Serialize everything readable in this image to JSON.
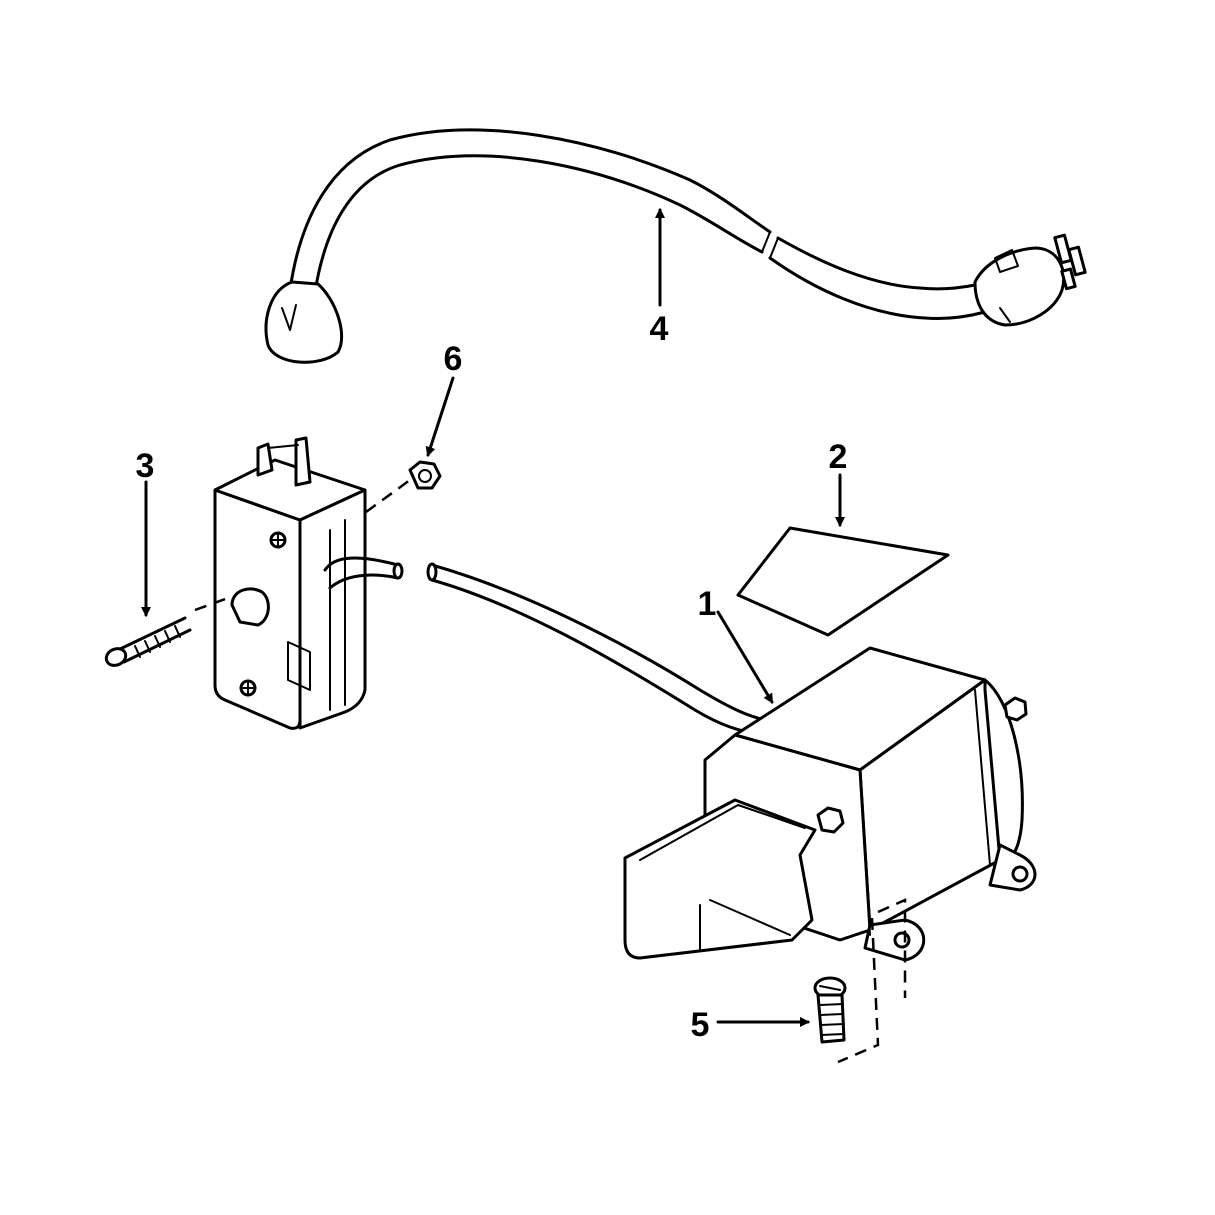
{
  "callouts": {
    "part_1": "1",
    "part_2": "2",
    "part_3": "3",
    "part_4": "4",
    "part_5": "5",
    "part_6": "6"
  }
}
